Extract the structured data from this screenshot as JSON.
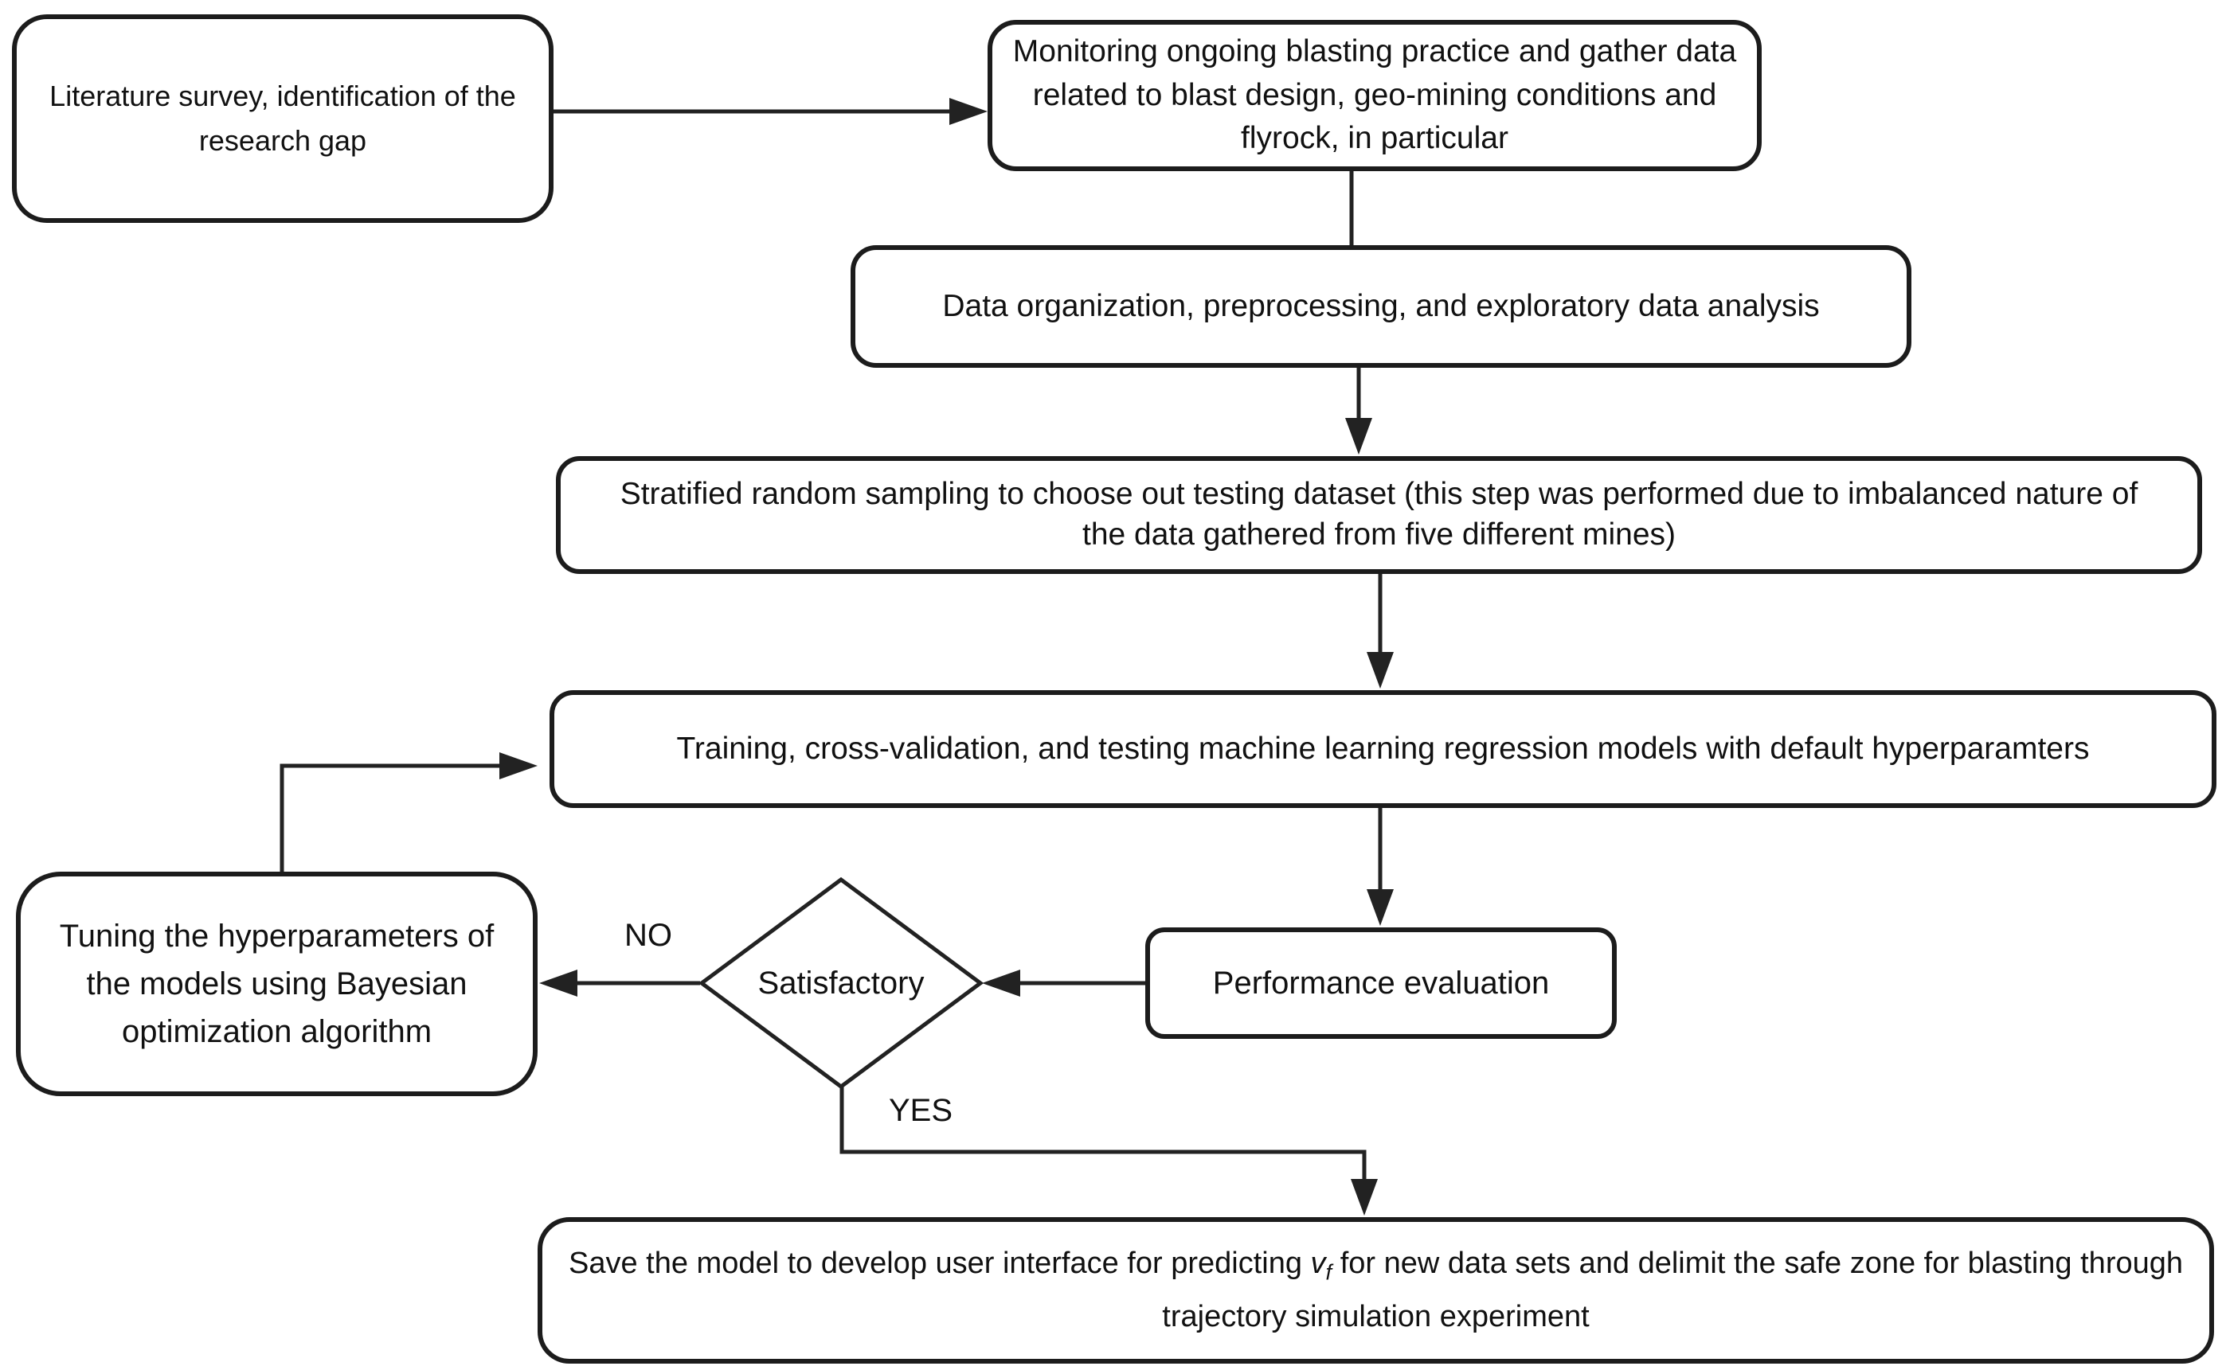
{
  "diagram": {
    "type": "flowchart",
    "colors": {
      "background": "#ffffff",
      "stroke": "#222222",
      "text": "#111111",
      "node_fill": "#ffffff"
    },
    "nodes": {
      "literature_survey": {
        "label": "Literature survey, identification of the research gap"
      },
      "monitoring": {
        "label": "Monitoring ongoing blasting practice and gather data related to blast design, geo-mining conditions and flyrock, in particular"
      },
      "data_organization": {
        "label": "Data organization, preprocessing, and exploratory data analysis"
      },
      "stratified_sampling": {
        "label": "Stratified random sampling to choose out testing dataset (this step was performed due to imbalanced nature of the data gathered from five different mines)"
      },
      "training": {
        "label": "Training, cross-validation, and testing machine learning regression models with default hyperparamters"
      },
      "performance_evaluation": {
        "label": "Performance evaluation"
      },
      "satisfactory_decision": {
        "label": "Satisfactory"
      },
      "tuning": {
        "label": "Tuning the hyperparameters of the models using Bayesian optimization algorithm"
      },
      "save_model": {
        "text_before": "Save the model to develop user interface for predicting ",
        "variable": "v",
        "variable_subscript": "f",
        "text_after": " for new data sets and delimit the safe zone for blasting through trajectory simulation experiment"
      }
    },
    "edge_labels": {
      "no": "NO",
      "yes": "YES"
    }
  }
}
